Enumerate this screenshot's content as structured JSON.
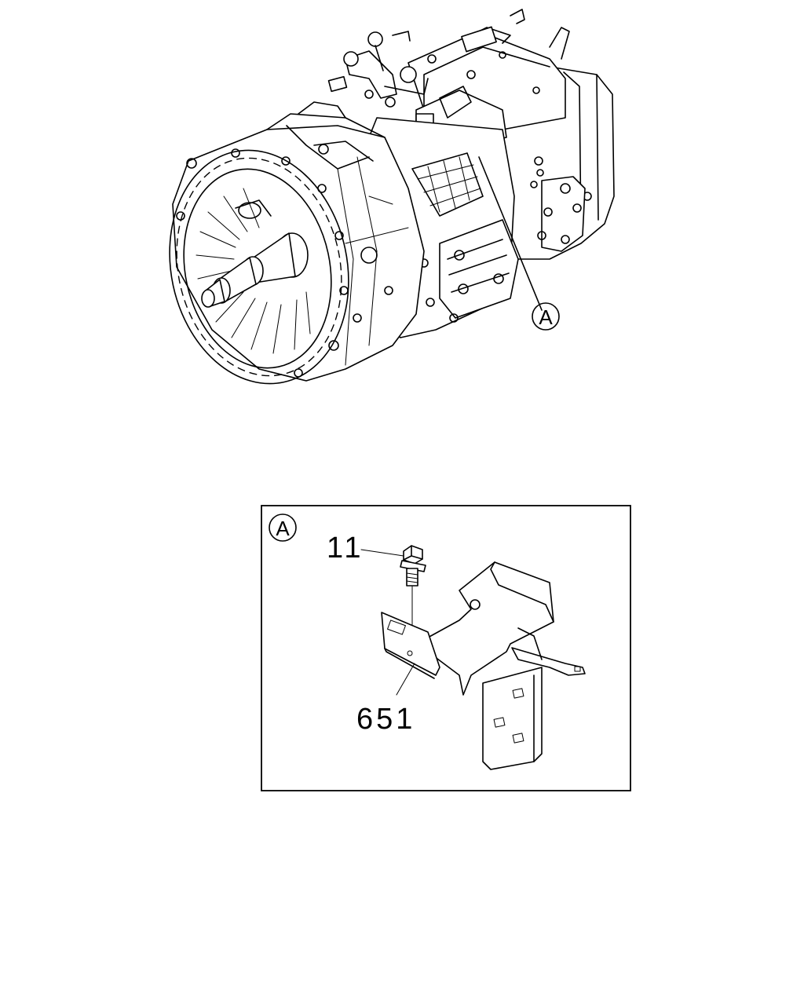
{
  "overview": {
    "callout_label": "A"
  },
  "detail": {
    "view_label": "A",
    "parts": [
      {
        "id": "bolt",
        "number": "11"
      },
      {
        "id": "bracket",
        "number": "651"
      }
    ]
  }
}
